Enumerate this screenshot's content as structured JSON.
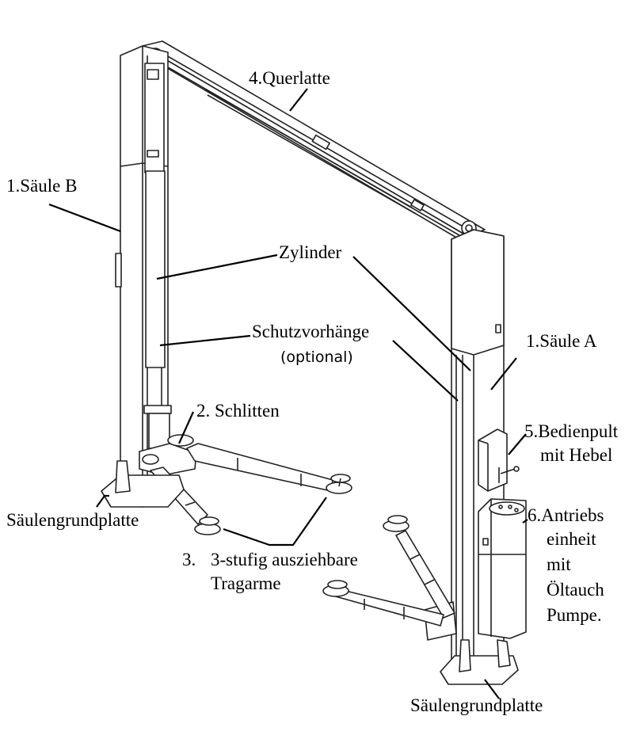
{
  "labels": {
    "column_b": "1.Säule B",
    "crossbar": "4.Querlatte",
    "cylinder": "Zylinder",
    "curtains": "Schutzvorhänge",
    "curtains_optional": "(optional)",
    "column_a": "1.Säule A",
    "carriage": "2. Schlitten",
    "control_panel_1": "5.Bedienpult",
    "control_panel_2": "mit Hebel",
    "base_plate_left": "Säulengrundplatte",
    "arms_number": "3.",
    "arms_1": "3-stufig ausziehbare",
    "arms_2": "Tragarme",
    "drive_1": "6.Antriebs",
    "drive_2": "einheit",
    "drive_3": "mit",
    "drive_4": "Öltauch",
    "drive_5": "Pumpe.",
    "base_plate_right": "Säulengrundplatte"
  }
}
